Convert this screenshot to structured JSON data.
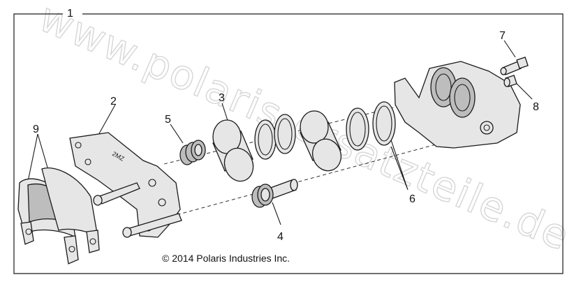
{
  "callouts": {
    "c1": "1",
    "c2": "2",
    "c3": "3",
    "c4": "4",
    "c5": "5",
    "c6": "6",
    "c7": "7",
    "c8": "8",
    "c9": "9"
  },
  "copyright": "© 2014 Polaris Industries Inc.",
  "watermark": "www.polaris-ersatzteile.de",
  "bracket_marking": "2MZ"
}
